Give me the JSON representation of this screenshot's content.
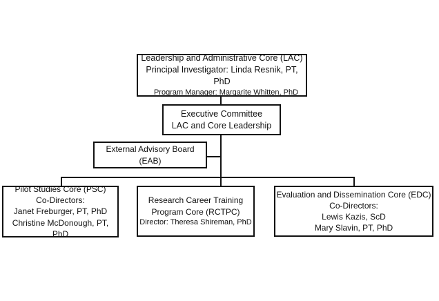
{
  "chart": {
    "lac": {
      "title": "Leadership and Administrative Core (LAC)",
      "pi": "Principal Investigator: Linda Resnik, PT, PhD",
      "pm": "Program Manager: Margarite Whitten, PhD"
    },
    "exec": {
      "title": "Executive Committee",
      "subtitle": "LAC and Core Leadership"
    },
    "eab": {
      "line1": "External Advisory Board",
      "line2": "(EAB)"
    },
    "psc": {
      "title": "Pilot Studies Core (PSC)",
      "role": "Co-Directors:",
      "p1": "Janet Freburger, PT, PhD",
      "p2": "Christine McDonough, PT, PhD"
    },
    "rctpc": {
      "title1": "Research Career Training",
      "title2": "Program Core (RCTPC)",
      "director": "Director: Theresa Shireman, PhD"
    },
    "edc": {
      "title": "Evaluation and Dissemination Core (EDC)",
      "role": "Co-Directors:",
      "p1": "Lewis Kazis, ScD",
      "p2": "Mary Slavin, PT, PhD"
    }
  }
}
